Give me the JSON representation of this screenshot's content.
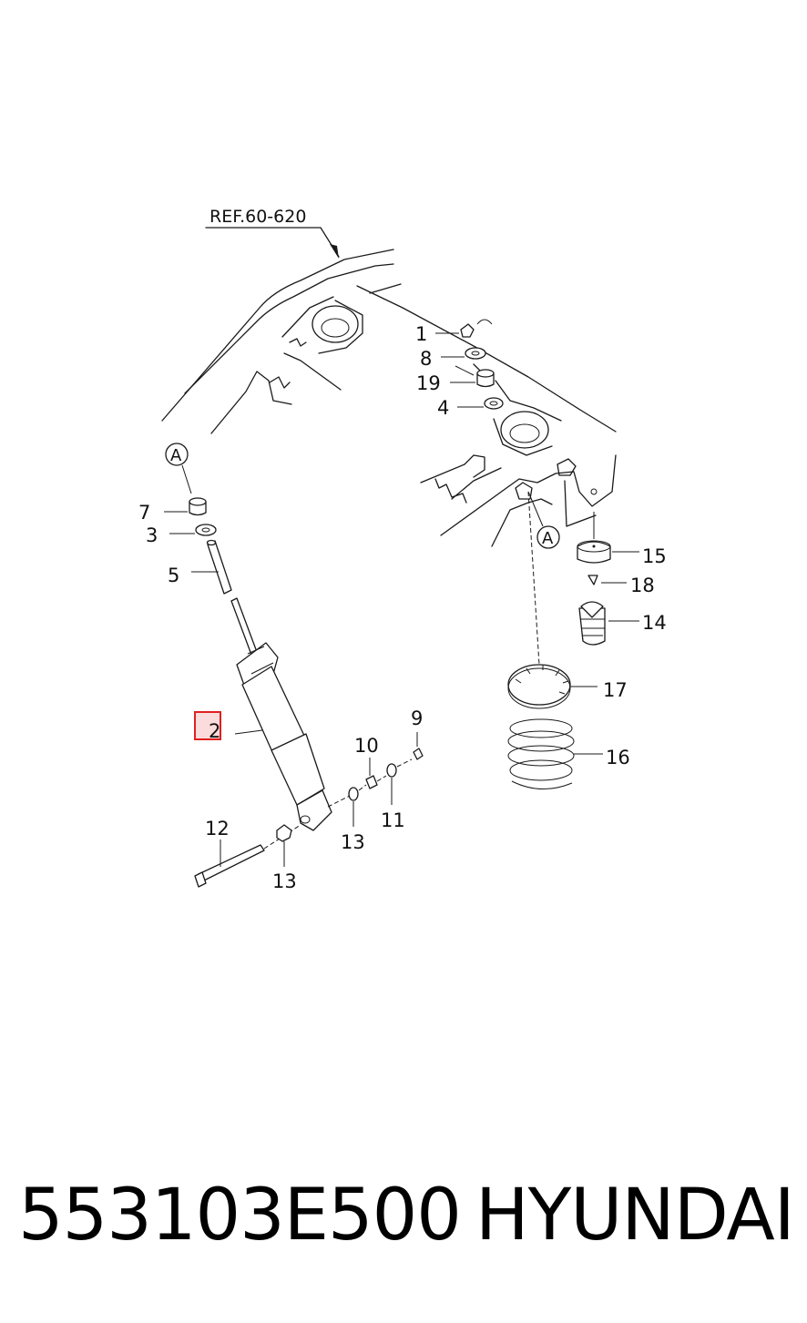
{
  "diagram": {
    "ref_label": "REF.60-620",
    "callout_letter": "A",
    "labels": {
      "n1": "1",
      "n2": "2",
      "n3": "3",
      "n4": "4",
      "n5": "5",
      "n7": "7",
      "n8": "8",
      "n9": "9",
      "n10": "10",
      "n11": "11",
      "n12": "12",
      "n13a": "13",
      "n13b": "13",
      "n14": "14",
      "n15": "15",
      "n16": "16",
      "n17": "17",
      "n18": "18",
      "n19": "19"
    },
    "highlight_color": "#e02020"
  },
  "footer": {
    "part_number": "553103E500",
    "brand": "HYUNDAI"
  }
}
